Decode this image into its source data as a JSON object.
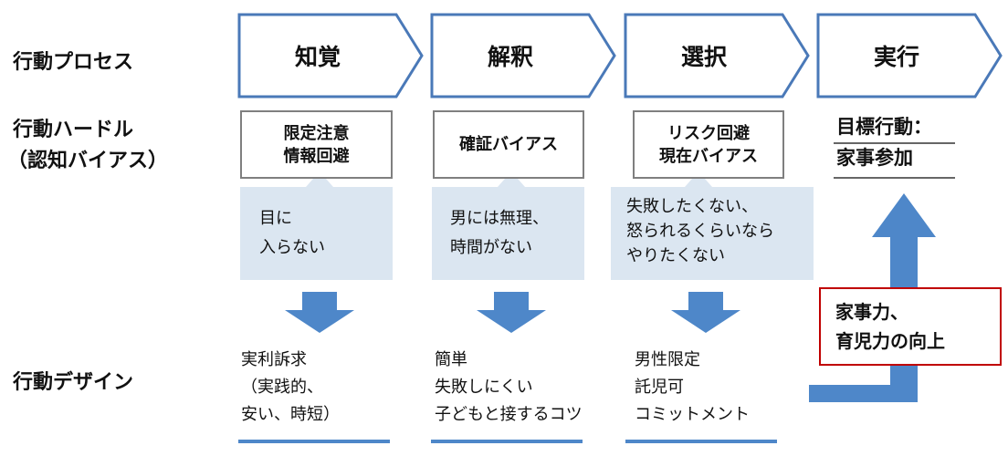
{
  "row_labels": {
    "process": "行動プロセス",
    "hurdle_line1": "行動ハードル",
    "hurdle_line2": "（認知バイアス）",
    "design": "行動デザイン"
  },
  "stages": [
    {
      "label": "知覚",
      "hurdle_lines": [
        "限定注意",
        "情報回避"
      ],
      "barrier_lines": [
        "目に",
        "入らない"
      ],
      "design_lines": [
        "実利訴求",
        "（実践的、",
        "安い、時短）"
      ]
    },
    {
      "label": "解釈",
      "hurdle_lines": [
        "確証バイアス"
      ],
      "barrier_lines": [
        "男には無理、",
        "時間がない"
      ],
      "design_lines": [
        "簡単",
        "失敗しにくい",
        "子どもと接するコツ"
      ]
    },
    {
      "label": "選択",
      "hurdle_lines": [
        "リスク回避",
        "現在バイアス"
      ],
      "barrier_lines": [
        "失敗したくない、",
        "怒られるくらいなら",
        "やりたくない"
      ],
      "design_lines": [
        "男性限定",
        "託児可",
        "コミットメント"
      ]
    },
    {
      "label": "実行"
    }
  ],
  "goal_lines": [
    "目標行動：",
    "家事参加"
  ],
  "result_lines": [
    "家事力、",
    "育児力の向上"
  ],
  "colors": {
    "chevron_border": "#4a79b8",
    "bubble_fill": "#dbe6f1",
    "arrow_fill": "#4e87c9",
    "underline": "#4e87c9",
    "result_border": "#c00000",
    "hurdle_border": "#7f7f7f"
  }
}
